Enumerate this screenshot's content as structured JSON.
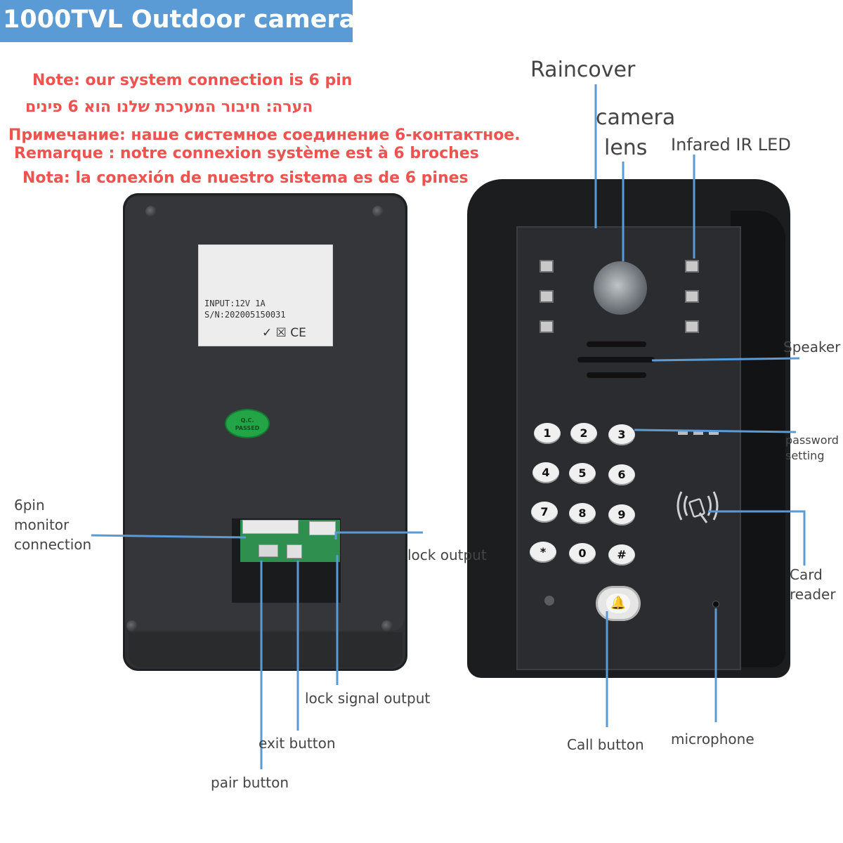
{
  "banner": {
    "title": "1000TVL Outdoor camera",
    "color": "#5b9bd5"
  },
  "notes": {
    "en": "Note: our system connection is 6 pin",
    "he": "הערה: חיבור המערכת שלנו הוא 6 פינים",
    "ru": "Примечание: наше системное соединение 6-контактное.",
    "fr": "Remarque : notre connexion système est à 6 broches",
    "es": "Nota: la conexión de nuestro sistema es de 6 pines",
    "color": "#ef5350"
  },
  "sticker": {
    "input": "INPUT:12V 1A",
    "serial": "S/N:202005150031",
    "marks": "✓ ☒ CE"
  },
  "qc_badge": {
    "line1": "Q.C.",
    "line2": "PASSED"
  },
  "keypad": [
    "1",
    "2",
    "3",
    "4",
    "5",
    "6",
    "7",
    "8",
    "9",
    "*",
    "0",
    "#"
  ],
  "labels": {
    "raincover": "Raincover",
    "camera_lens_1": "camera",
    "camera_lens_2": "lens",
    "infrared_led": "Infared IR LED",
    "speaker": "Speaker",
    "password_1": "password",
    "password_2": "setting",
    "card_reader_1": "Card",
    "card_reader_2": "reader",
    "pin_1": "6pin",
    "pin_2": "monitor",
    "pin_3": "connection",
    "lock_output": "lock output",
    "lock_signal_output": "lock signal output",
    "exit_button": "exit button",
    "pair_button": "pair button",
    "call_button": "Call button",
    "microphone": "microphone"
  },
  "leader_color": "#5b9bd5"
}
